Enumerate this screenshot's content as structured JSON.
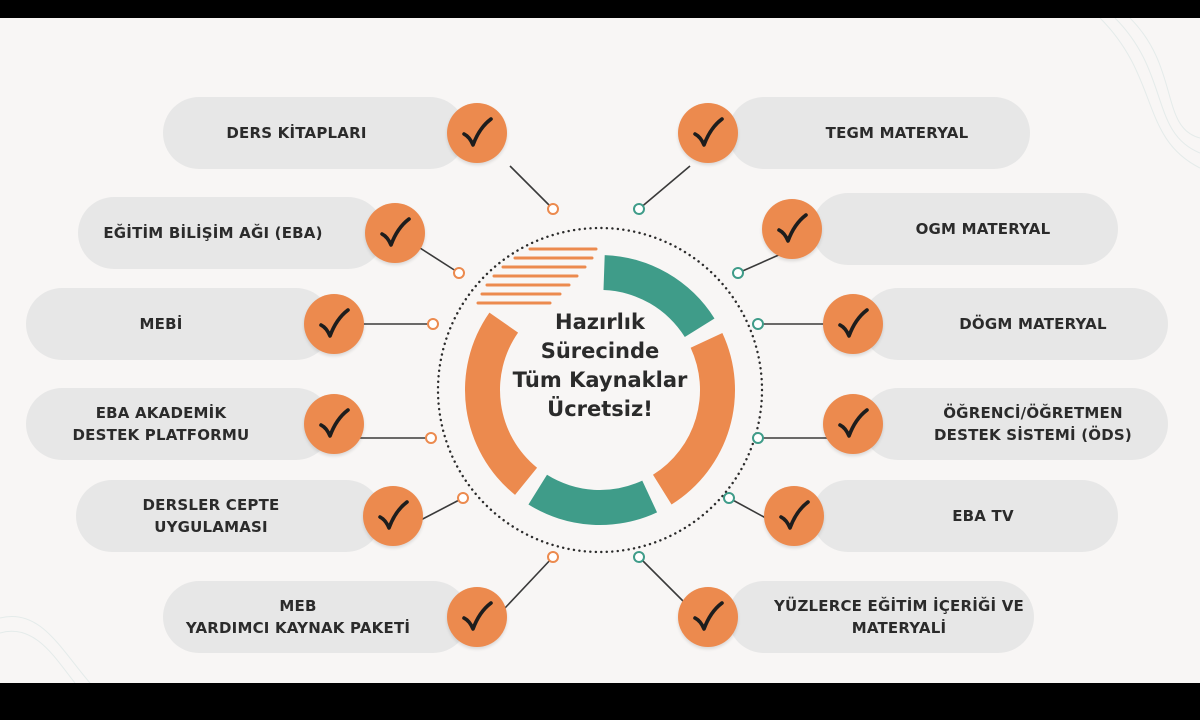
{
  "colors": {
    "accent_orange": "#ec8a4e",
    "accent_teal": "#3f9c89",
    "pill_gray": "#e7e7e7",
    "text_dark": "#2b2b2b"
  },
  "center": {
    "line1": "Hazırlık",
    "line2": "Sürecinde",
    "line3": "Tüm Kaynaklar",
    "line4": "Ücretsiz!"
  },
  "left_items": [
    {
      "label": "DERS KİTAPLARI",
      "icon": "check-icon"
    },
    {
      "label": "EĞİTİM BİLİŞİM AĞI (EBA)",
      "icon": "check-icon"
    },
    {
      "label": "MEBİ",
      "icon": "check-icon"
    },
    {
      "label": "EBA AKADEMİK\nDESTEK PLATFORMU",
      "icon": "check-icon"
    },
    {
      "label": "DERSLER CEPTE\nUYGULAMASI",
      "icon": "check-icon"
    },
    {
      "label": "MEB\nYARDIMCI KAYNAK PAKETİ",
      "icon": "check-icon"
    }
  ],
  "right_items": [
    {
      "label": "TEGM MATERYAL",
      "icon": "check-icon"
    },
    {
      "label": "OGM MATERYAL",
      "icon": "check-icon"
    },
    {
      "label": "DÖGM MATERYAL",
      "icon": "check-icon"
    },
    {
      "label": "ÖĞRENCİ/ÖĞRETMEN\nDESTEK SİSTEMİ (ÖDS)",
      "icon": "check-icon"
    },
    {
      "label": "EBA TV",
      "icon": "check-icon"
    },
    {
      "label": "YÜZLERCE EĞİTİM İÇERİĞİ VE\nMATERYALİ",
      "icon": "check-icon"
    }
  ]
}
